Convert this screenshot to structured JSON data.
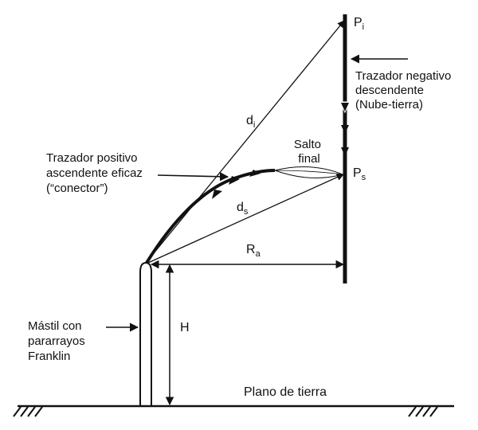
{
  "diagram": {
    "colors": {
      "ink": "#111111",
      "background": "#ffffff"
    },
    "labels": {
      "p_i": {
        "main": "P",
        "sub": "i"
      },
      "p_s": {
        "main": "P",
        "sub": "s"
      },
      "d_i": {
        "main": "d",
        "sub": "i"
      },
      "d_s": {
        "main": "d",
        "sub": "s"
      },
      "r_a": {
        "main": "R",
        "sub": "a"
      },
      "h": "H",
      "descending_leader": [
        "Trazador negativo",
        "descendente",
        "(Nube-tierra)"
      ],
      "final_jump": [
        "Salto",
        "final"
      ],
      "ascending_leader": [
        "Trazador positivo",
        "ascendente eficaz",
        "(“conector”)"
      ],
      "mast": [
        "Mástil con",
        "pararrayos",
        "Franklin"
      ],
      "ground_plane": "Plano de tierra"
    }
  }
}
